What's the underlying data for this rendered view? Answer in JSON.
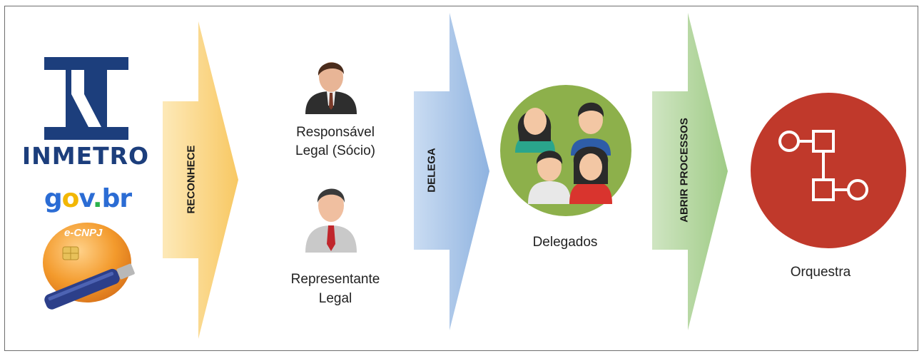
{
  "logos": {
    "inmetro_text": "INMETRO",
    "gov_text": "gov.br",
    "cnpj_text": "e-CNPJ"
  },
  "arrows": [
    {
      "label": "RECONHECE",
      "color": "#fbd98c"
    },
    {
      "label": "DELEGA",
      "color": "#9fbfe6"
    },
    {
      "label": "ABRIR PROCESSOS",
      "color": "#a9d18e"
    }
  ],
  "people": {
    "responsavel_line1": "Responsável",
    "responsavel_line2": "Legal (Sócio)",
    "representante_line1": "Representante",
    "representante_line2": "Legal"
  },
  "delegados": {
    "label": "Delegados",
    "circle_color": "#8db04b"
  },
  "orquestra": {
    "label": "Orquestra",
    "circle_color": "#c0392b"
  }
}
